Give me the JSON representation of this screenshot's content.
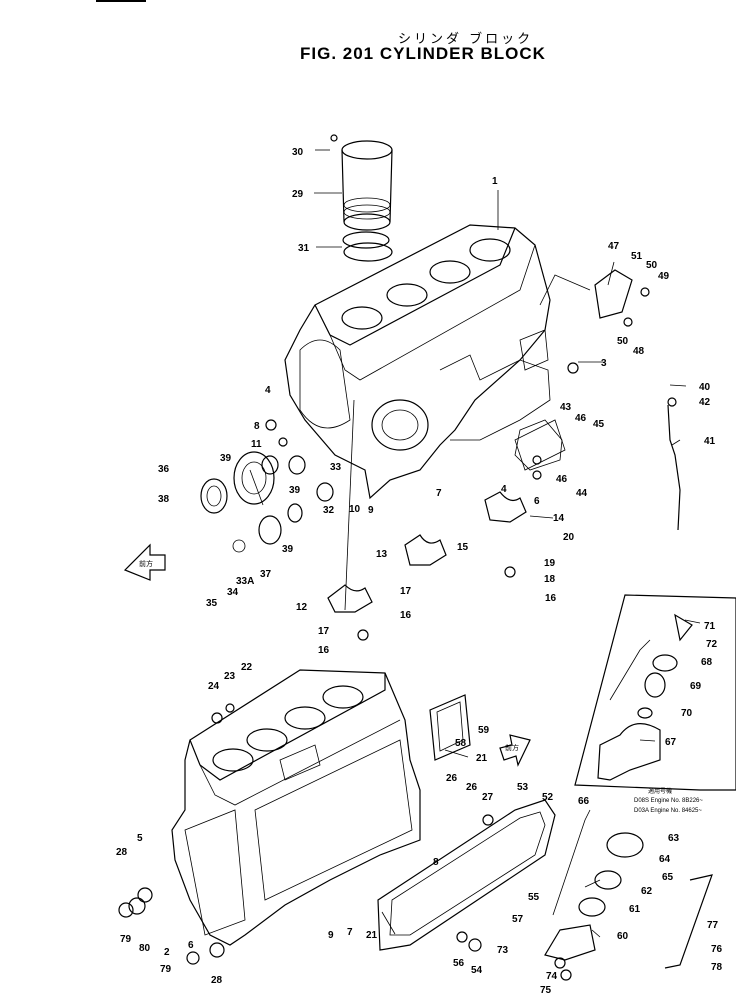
{
  "figure": {
    "title_jp": "シリンダ ブロック",
    "title": "FIG. 201  CYLINDER BLOCK"
  },
  "inset_notes": {
    "heading": "適用号機",
    "line1": "D08S  Engine No. 8B226~",
    "line2": "D03A  Engine No. 84625~"
  },
  "front_arrow_label": "前方",
  "callouts": [
    {
      "id": "c1",
      "text": "1"
    },
    {
      "id": "c2",
      "text": "2"
    },
    {
      "id": "c3",
      "text": "3"
    },
    {
      "id": "c4a",
      "text": "4"
    },
    {
      "id": "c4b",
      "text": "4"
    },
    {
      "id": "c5",
      "text": "5"
    },
    {
      "id": "c6a",
      "text": "6"
    },
    {
      "id": "c6b",
      "text": "6"
    },
    {
      "id": "c7a",
      "text": "7"
    },
    {
      "id": "c7b",
      "text": "7"
    },
    {
      "id": "c8a",
      "text": "8"
    },
    {
      "id": "c8b",
      "text": "8"
    },
    {
      "id": "c9a",
      "text": "9"
    },
    {
      "id": "c9b",
      "text": "9"
    },
    {
      "id": "c10",
      "text": "10"
    },
    {
      "id": "c11",
      "text": "11"
    },
    {
      "id": "c12",
      "text": "12"
    },
    {
      "id": "c13",
      "text": "13"
    },
    {
      "id": "c14",
      "text": "14"
    },
    {
      "id": "c15",
      "text": "15"
    },
    {
      "id": "c16a",
      "text": "16"
    },
    {
      "id": "c16b",
      "text": "16"
    },
    {
      "id": "c16c",
      "text": "16"
    },
    {
      "id": "c17a",
      "text": "17"
    },
    {
      "id": "c17b",
      "text": "17"
    },
    {
      "id": "c18",
      "text": "18"
    },
    {
      "id": "c19",
      "text": "19"
    },
    {
      "id": "c20",
      "text": "20"
    },
    {
      "id": "c21a",
      "text": "21"
    },
    {
      "id": "c21b",
      "text": "21"
    },
    {
      "id": "c22",
      "text": "22"
    },
    {
      "id": "c23",
      "text": "23"
    },
    {
      "id": "c24",
      "text": "24"
    },
    {
      "id": "c26a",
      "text": "26"
    },
    {
      "id": "c26b",
      "text": "26"
    },
    {
      "id": "c27",
      "text": "27"
    },
    {
      "id": "c28a",
      "text": "28"
    },
    {
      "id": "c28b",
      "text": "28"
    },
    {
      "id": "c29",
      "text": "29"
    },
    {
      "id": "c30",
      "text": "30"
    },
    {
      "id": "c31",
      "text": "31"
    },
    {
      "id": "c32",
      "text": "32"
    },
    {
      "id": "c33",
      "text": "33"
    },
    {
      "id": "c33a",
      "text": "33A"
    },
    {
      "id": "c34",
      "text": "34"
    },
    {
      "id": "c35",
      "text": "35"
    },
    {
      "id": "c36",
      "text": "36"
    },
    {
      "id": "c37",
      "text": "37"
    },
    {
      "id": "c38",
      "text": "38"
    },
    {
      "id": "c39a",
      "text": "39"
    },
    {
      "id": "c39b",
      "text": "39"
    },
    {
      "id": "c39c",
      "text": "39"
    },
    {
      "id": "c40",
      "text": "40"
    },
    {
      "id": "c41",
      "text": "41"
    },
    {
      "id": "c42",
      "text": "42"
    },
    {
      "id": "c43",
      "text": "43"
    },
    {
      "id": "c44",
      "text": "44"
    },
    {
      "id": "c45",
      "text": "45"
    },
    {
      "id": "c46a",
      "text": "46"
    },
    {
      "id": "c46b",
      "text": "46"
    },
    {
      "id": "c47",
      "text": "47"
    },
    {
      "id": "c48",
      "text": "48"
    },
    {
      "id": "c49",
      "text": "49"
    },
    {
      "id": "c50a",
      "text": "50"
    },
    {
      "id": "c50b",
      "text": "50"
    },
    {
      "id": "c51",
      "text": "51"
    },
    {
      "id": "c52",
      "text": "52"
    },
    {
      "id": "c53",
      "text": "53"
    },
    {
      "id": "c54",
      "text": "54"
    },
    {
      "id": "c55",
      "text": "55"
    },
    {
      "id": "c56",
      "text": "56"
    },
    {
      "id": "c57",
      "text": "57"
    },
    {
      "id": "c58",
      "text": "58"
    },
    {
      "id": "c59",
      "text": "59"
    },
    {
      "id": "c60",
      "text": "60"
    },
    {
      "id": "c61",
      "text": "61"
    },
    {
      "id": "c62",
      "text": "62"
    },
    {
      "id": "c63",
      "text": "63"
    },
    {
      "id": "c64",
      "text": "64"
    },
    {
      "id": "c65",
      "text": "65"
    },
    {
      "id": "c66",
      "text": "66"
    },
    {
      "id": "c67",
      "text": "67"
    },
    {
      "id": "c68",
      "text": "68"
    },
    {
      "id": "c69",
      "text": "69"
    },
    {
      "id": "c70",
      "text": "70"
    },
    {
      "id": "c71",
      "text": "71"
    },
    {
      "id": "c72",
      "text": "72"
    },
    {
      "id": "c73",
      "text": "73"
    },
    {
      "id": "c74",
      "text": "74"
    },
    {
      "id": "c75",
      "text": "75"
    },
    {
      "id": "c76",
      "text": "76"
    },
    {
      "id": "c77",
      "text": "77"
    },
    {
      "id": "c78",
      "text": "78"
    },
    {
      "id": "c79a",
      "text": "79"
    },
    {
      "id": "c79b",
      "text": "79"
    },
    {
      "id": "c80",
      "text": "80"
    }
  ]
}
